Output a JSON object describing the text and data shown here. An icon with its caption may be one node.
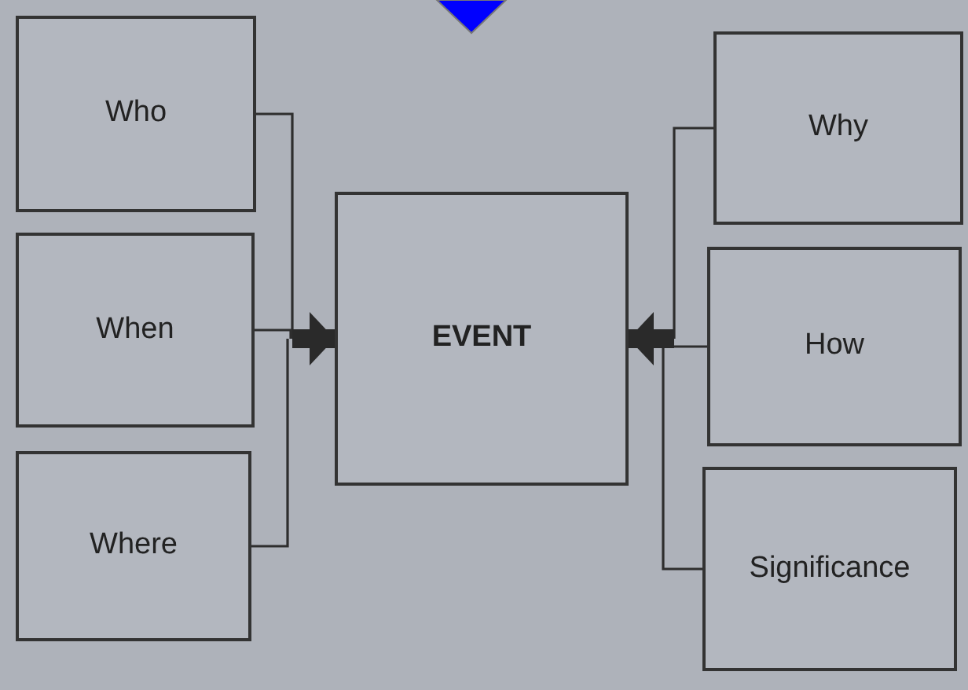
{
  "diagram": {
    "nodes": [
      {
        "text": [
          "Who"
        ]
      },
      {
        "text": [
          "When"
        ]
      },
      {
        "text": [
          "Where"
        ]
      },
      {
        "text": [
          "EVENT"
        ]
      },
      {
        "text": [
          "Why"
        ]
      },
      {
        "text": [
          "How"
        ]
      },
      {
        "text": [
          "Significance"
        ]
      }
    ],
    "edges": [
      {
        "from": 0,
        "to": 3,
        "arrow": "to"
      },
      {
        "from": 1,
        "to": 3,
        "arrow": "to"
      },
      {
        "from": 2,
        "to": 3,
        "arrow": "to"
      },
      {
        "from": 4,
        "to": 3,
        "arrow": "to"
      },
      {
        "from": 5,
        "to": 3,
        "arrow": "to"
      },
      {
        "from": 6,
        "to": 3,
        "arrow": "to"
      }
    ]
  }
}
